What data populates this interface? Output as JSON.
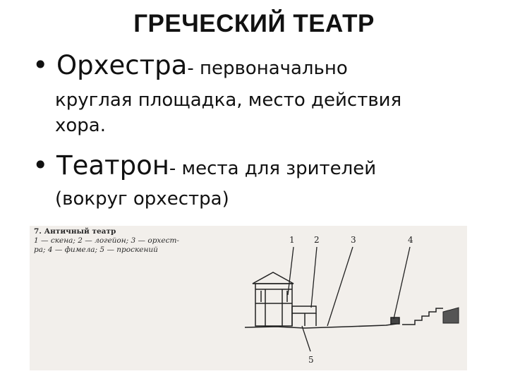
{
  "slide": {
    "title": "ГРЕЧЕСКИЙ ТЕАТР",
    "bullets": [
      {
        "marker": "•",
        "term": "Орхестра",
        "definition": "- первоначально",
        "continuation": [
          "круглая площадка, место действия",
          "хора."
        ]
      },
      {
        "marker": "•",
        "term": "Театрон",
        "definition": "- места для зрителей",
        "continuation": [
          "(вокруг орхестра)"
        ]
      }
    ]
  },
  "figure": {
    "caption_title": "7. Античный театр",
    "caption_lines": [
      "1 — скена; 2 — логейон; 3 — орхест-",
      "ра; 4 — фимела; 5 — проскений"
    ],
    "labels": {
      "l1": "1",
      "l2": "2",
      "l3": "3",
      "l4": "4",
      "l5": "5"
    }
  }
}
